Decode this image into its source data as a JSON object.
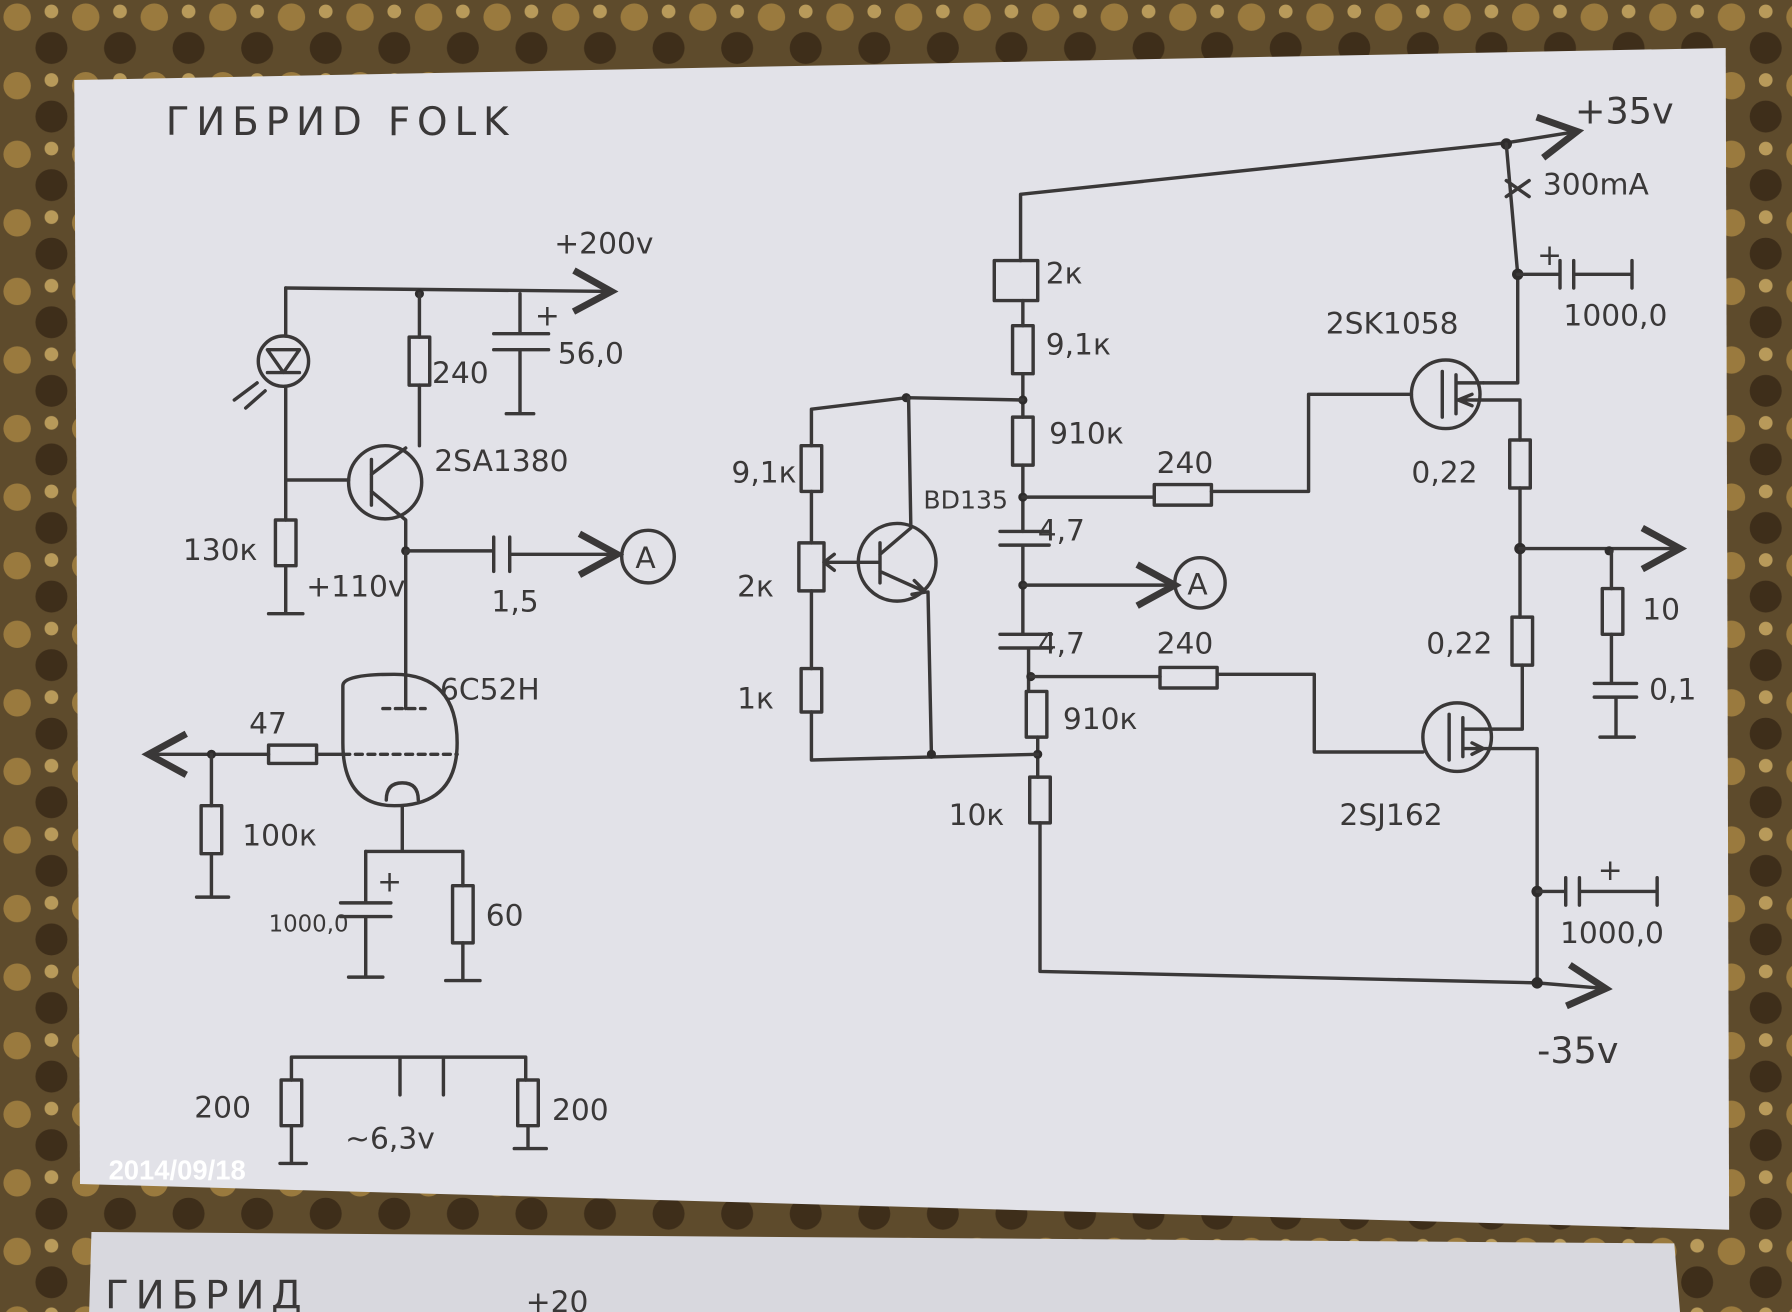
{
  "title": "ГИБРИD FOLK",
  "date_stamp": "2014/09/18",
  "colors": {
    "paper": "#e4e4ea",
    "ink": "#3a3838",
    "carpet": "#6b5634"
  },
  "second_sheet": {
    "title": "ГИБРИД",
    "partial_label": "+20"
  },
  "left_stage": {
    "supply": "+200v",
    "r_collector": "240",
    "cap_supply": "56,0",
    "transistor": "2SA1380",
    "r_base": "130к",
    "node_voltage": "+110v",
    "cap_coupling": "1,5",
    "node_ref": "A",
    "tube": "6C52H",
    "r_grid": "47",
    "r_grid_leak": "100к",
    "cap_cathode": "1000,0",
    "r_cathode": "60",
    "r_heater_left": "200",
    "r_heater_right": "200",
    "heater_voltage": "~6,3v"
  },
  "right_stage": {
    "supply_pos": "+35v",
    "current": "300mA",
    "cap_pos": "1000,0",
    "pot_top": "2к",
    "r_top": "9,1к",
    "r_910_top": "910к",
    "r_gate_top": "240",
    "transistor_bias": "BD135",
    "cap_top": "4,7",
    "node_ref": "A",
    "cap_bottom": "4,7",
    "r_gate_bottom": "240",
    "r_910_bottom": "910к",
    "r_bottom": "10к",
    "r_bias_top": "9,1к",
    "pot_bias": "2к",
    "r_bias_bottom": "1к",
    "mosfet_n": "2SK1058",
    "mosfet_p": "2SJ162",
    "r_source_top": "0,22",
    "r_source_bottom": "0,22",
    "r_zobel": "10",
    "cap_zobel": "0,1",
    "cap_neg": "1000,0",
    "supply_neg": "-35v"
  }
}
